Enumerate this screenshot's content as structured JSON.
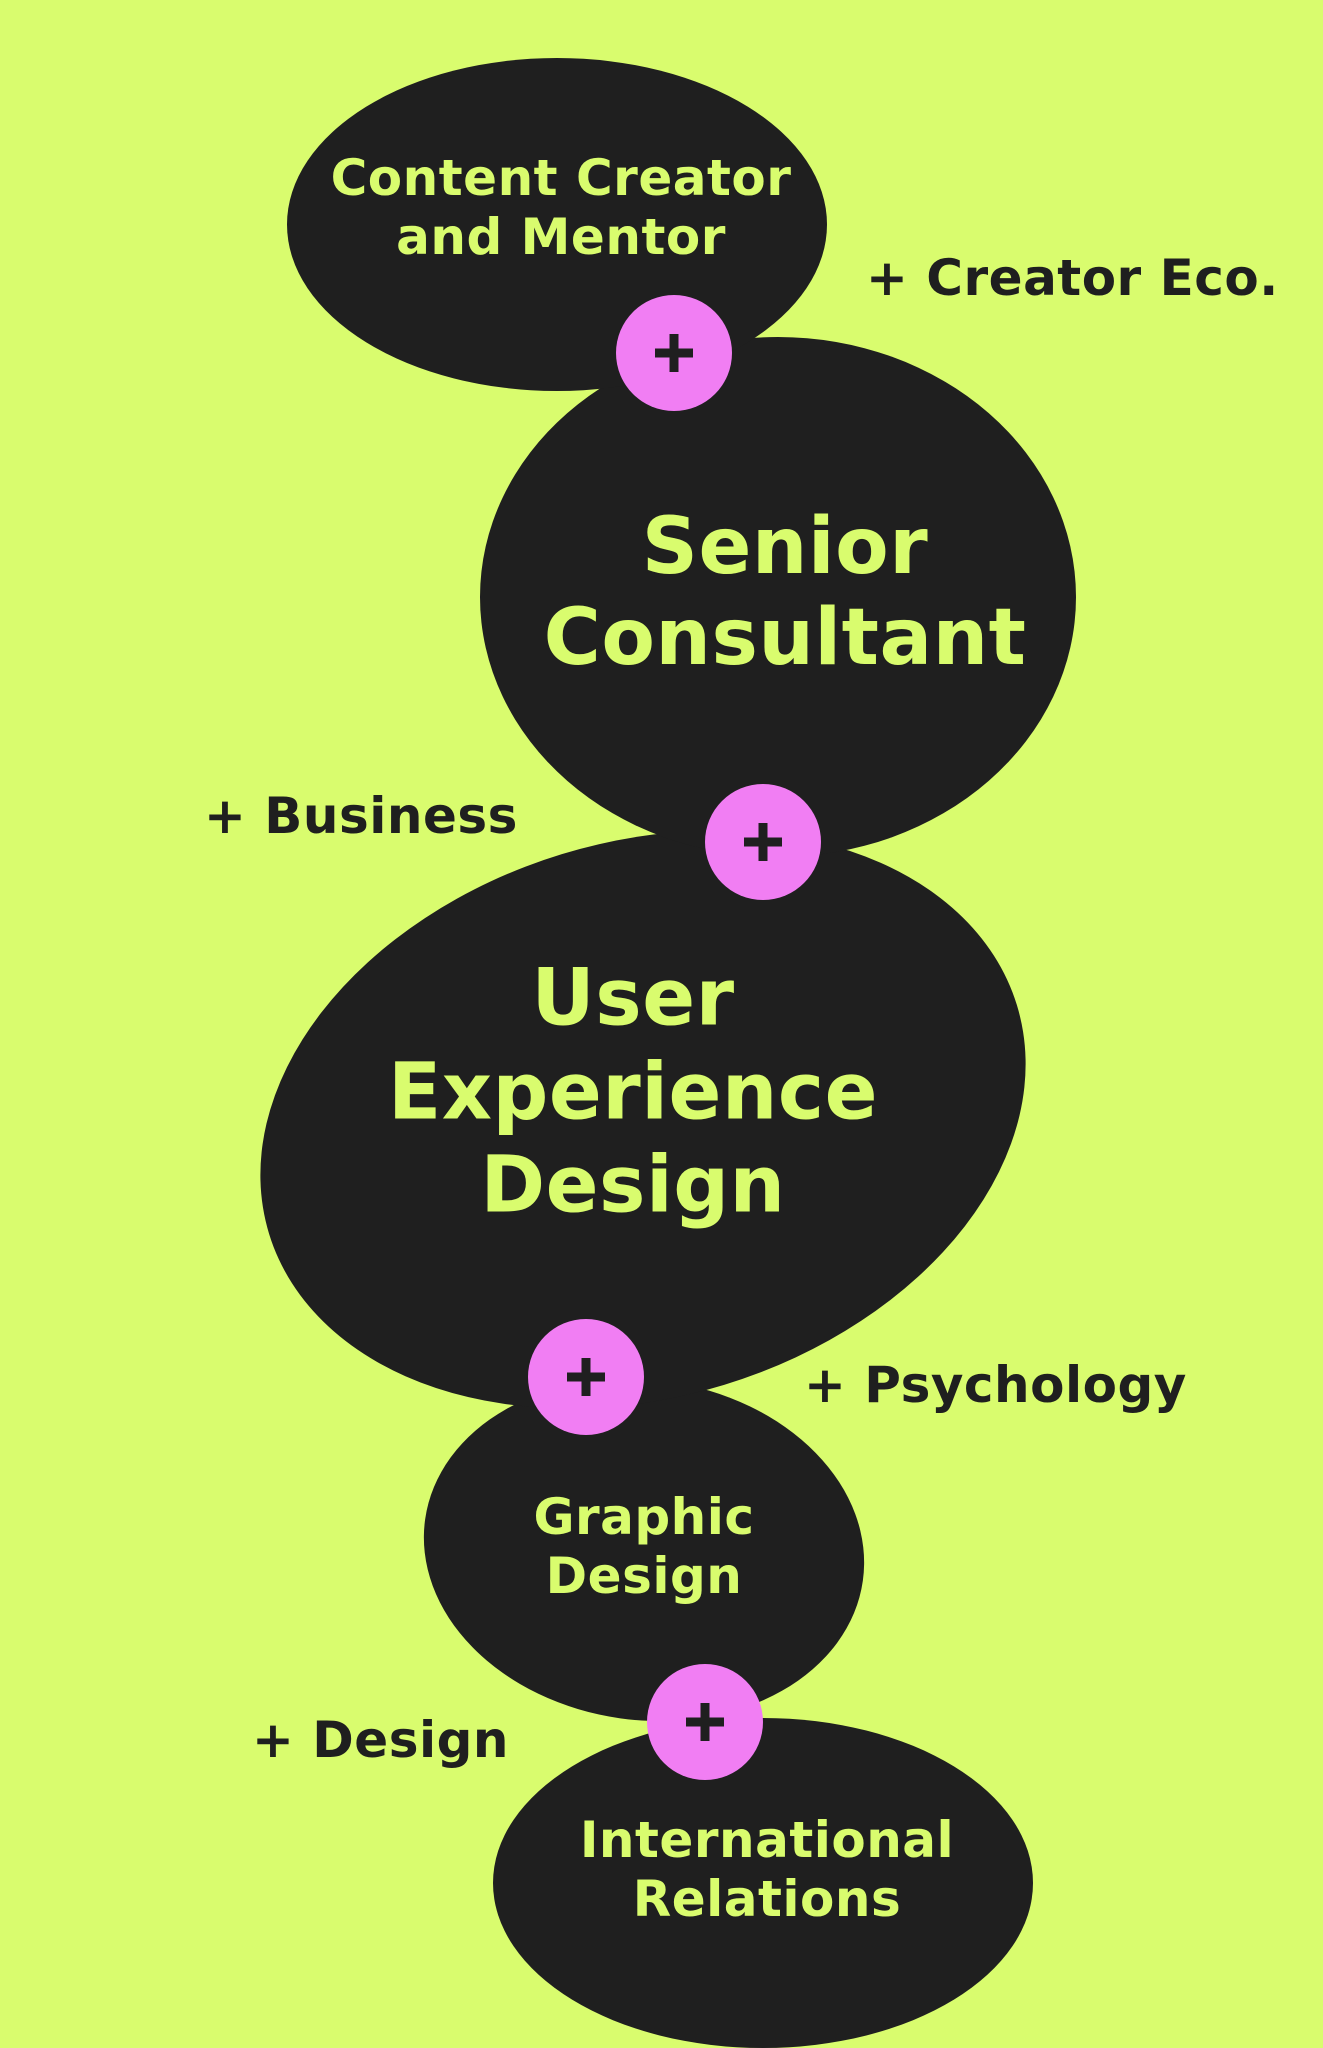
{
  "colors": {
    "background": "#d9fc6e",
    "blob": "#1f1f1f",
    "accent_text": "#d9fc6e",
    "badge": "#f17ef3",
    "dark_text": "#1f1f1f"
  },
  "badge_icon": "plus-icon",
  "career_stages": [
    {
      "id": "content-creator",
      "lines": [
        "Content Creator",
        "and Mentor"
      ]
    },
    {
      "id": "senior-consultant",
      "lines": [
        "Senior",
        "Consultant"
      ]
    },
    {
      "id": "ux-design",
      "lines": [
        "User",
        "Experience",
        "Design"
      ]
    },
    {
      "id": "graphic-design",
      "lines": [
        "Graphic",
        "Design"
      ]
    },
    {
      "id": "international-relations",
      "lines": [
        "International",
        "Relations"
      ]
    }
  ],
  "addons": [
    {
      "id": "creator-eco",
      "label": "+ Creator Eco."
    },
    {
      "id": "business",
      "label": "+ Business"
    },
    {
      "id": "psychology",
      "label": "+ Psychology"
    },
    {
      "id": "design",
      "label": "+ Design"
    }
  ]
}
